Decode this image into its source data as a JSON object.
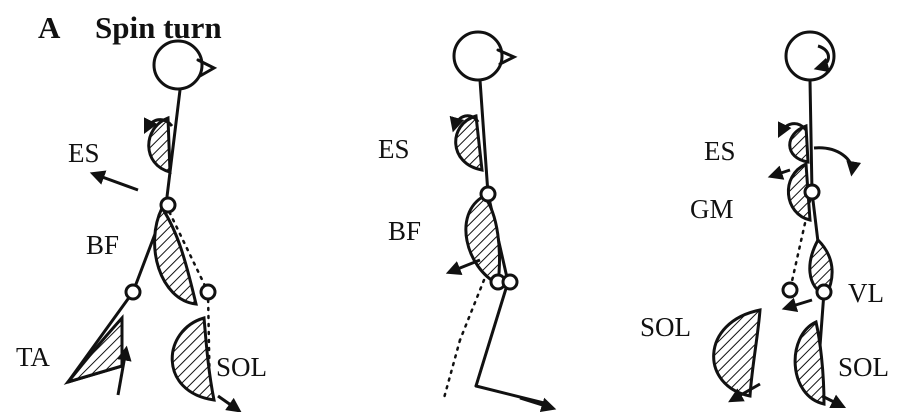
{
  "figure": {
    "panel_letter": "A",
    "panel_title": "Spin turn"
  },
  "figure_1": {
    "labels": {
      "es": "ES",
      "bf": "BF",
      "ta": "TA",
      "sol": "SOL"
    }
  },
  "figure_2": {
    "labels": {
      "es": "ES",
      "bf": "BF"
    }
  },
  "figure_3": {
    "labels": {
      "es": "ES",
      "gm": "GM",
      "vl": "VL",
      "sol_left": "SOL",
      "sol_right": "SOL"
    }
  },
  "colors": {
    "ink": "#111111",
    "background": "#ffffff"
  }
}
